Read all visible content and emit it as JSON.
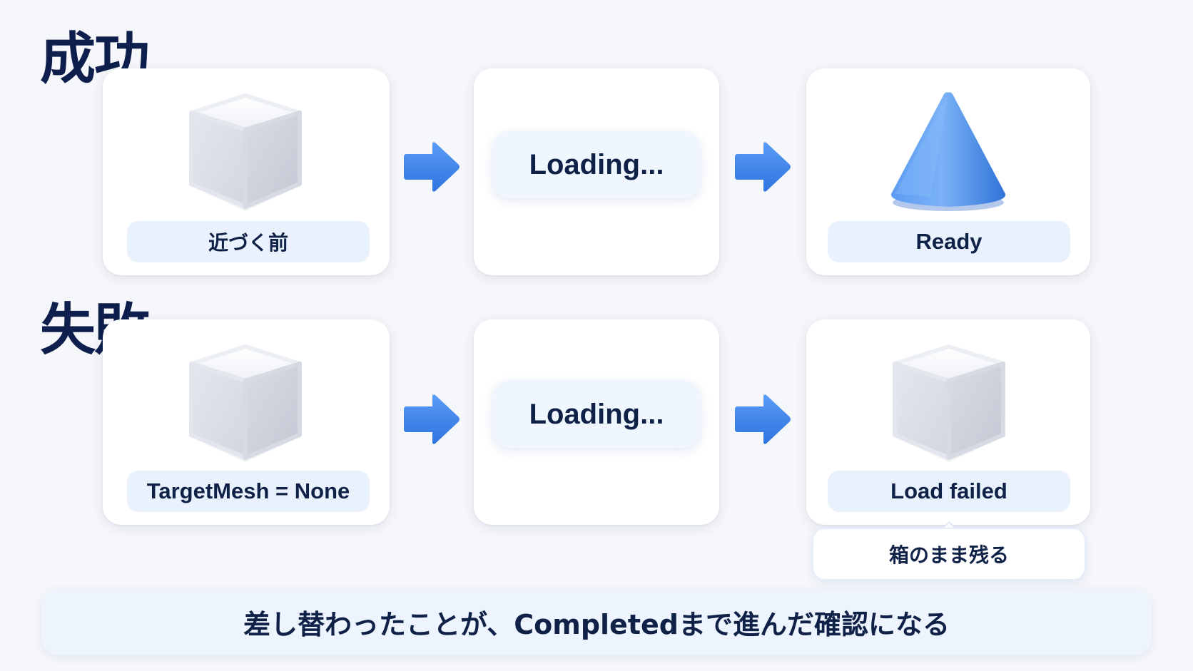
{
  "sections": {
    "success": {
      "title": "成功",
      "start_label": "近づく前",
      "loading_text": "Loading...",
      "end_label": "Ready"
    },
    "failure": {
      "title": "失敗",
      "start_label": "TargetMesh = None",
      "loading_text": "Loading...",
      "end_label": "Load failed",
      "end_note": "箱のまま残る"
    }
  },
  "footer": {
    "text": "差し替わったことが、Completedまで進んだ確認になる"
  },
  "colors": {
    "accent_blue": "#3d86ee",
    "title_navy": "#0e1f4d",
    "label_bg": "#e9f1fd"
  },
  "icons": {
    "flow_arrow": "arrow-right-icon",
    "placeholder": "cube-icon",
    "loaded_model": "cone-icon"
  }
}
